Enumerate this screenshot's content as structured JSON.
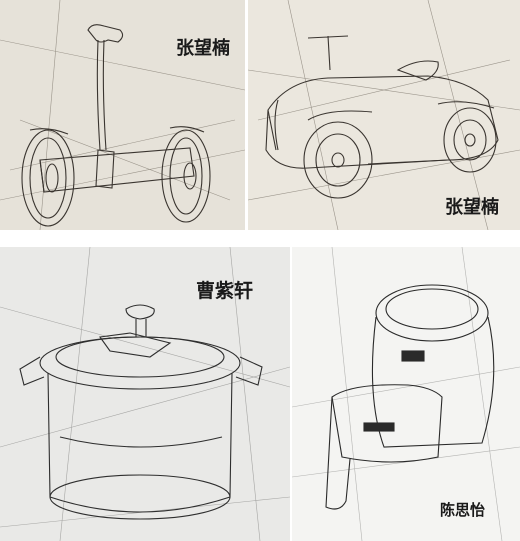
{
  "panels": [
    {
      "artist": "张望楠",
      "subject-icon": "self-balancing-scooter-sketch"
    },
    {
      "artist": "张望楠",
      "subject-icon": "toy-car-sketch"
    },
    {
      "artist": "曹紫轩",
      "subject-icon": "pressure-cooker-sketch"
    },
    {
      "artist": "陈思怡",
      "subject-icon": "air-fryer-sketch"
    }
  ]
}
